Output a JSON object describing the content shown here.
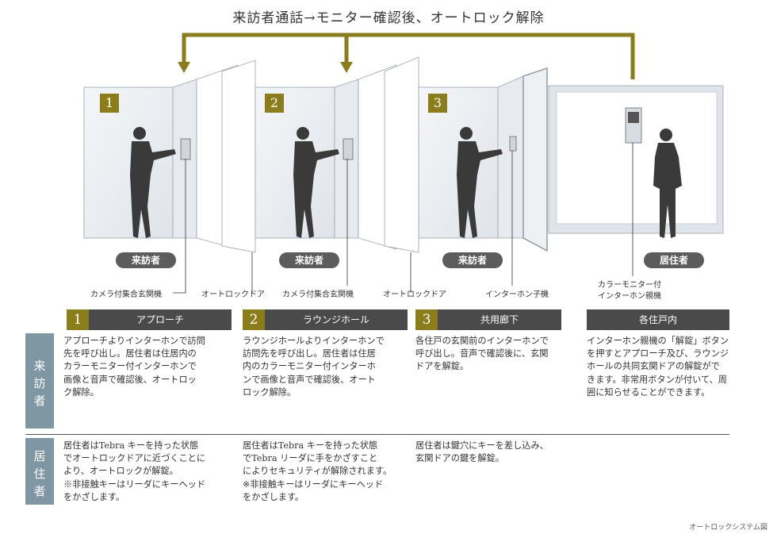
{
  "title": "来訪者通話→モニター確認後、オートロック解除",
  "colors": {
    "gold": "#8b7d1a",
    "dark_header": "#4a4a4a",
    "side_tab": "#7e97a3",
    "pill": "#5c5c5c"
  },
  "scene": {
    "steps": [
      "1",
      "2",
      "3"
    ],
    "pills": [
      "来訪者",
      "来訪者",
      "来訪者",
      "居住者"
    ],
    "labels": {
      "camera1": "カメラ付集合玄関機",
      "door1": "オートロックドア",
      "camera2": "カメラ付集合玄関機",
      "door2": "オートロックドア",
      "interphone_child": "インターホン子機",
      "monitor_line1": "カラーモニター付",
      "monitor_line2": "インターホン親機"
    }
  },
  "columns": [
    {
      "num": "1",
      "label": "アプローチ"
    },
    {
      "num": "2",
      "label": "ラウンジホール"
    },
    {
      "num": "3",
      "label": "共用廊下"
    },
    {
      "num": "",
      "label": "各住戸内"
    }
  ],
  "rows": {
    "visitor_label": "来\n訪\n者",
    "resident_label": "居\n住\n者",
    "visitor": [
      "アプローチよりインターホンで訪問\n先を呼び出し。居住者は住居内の\nカラーモニター付インターホンで\n画像と音声で確認後、オートロッ\nク解除。",
      "ラウンジホールよりインターホンで\n訪問先を呼び出し。居住者は住居\n内のカラーモニター付インターホ\nンで画像と音声で確認後、オート\nロック解除。",
      "各住戸の玄関前のインターホンで\n呼び出し。音声で確認後に、玄関\nドアを解錠。",
      "インターホン親機の「解錠」ボタン\nを押すとアプローチ及び、ラウンジ\nホールの共同玄関ドアの解錠がで\nきます。非常用ボタンが付いて、周\n囲に知らせることができます。"
    ],
    "resident": [
      "居住者はTebra キーを持った状態\nでオートロックドアに近づくことに\nより、オートロックが解錠。\n※非接触キーはリーダにキーヘッド\nをかざします。",
      "居住者はTebra キーを持った状態\nでTebra リーダに手をかざすこと\nによりセキュリティが解除されます。\n※非接触キーはリーダにキーヘッド\nをかざします。",
      "居住者は鍵穴にキーを差し込み、\n玄関ドアの鍵を解錠。",
      ""
    ]
  },
  "caption": "オートロックシステム図"
}
